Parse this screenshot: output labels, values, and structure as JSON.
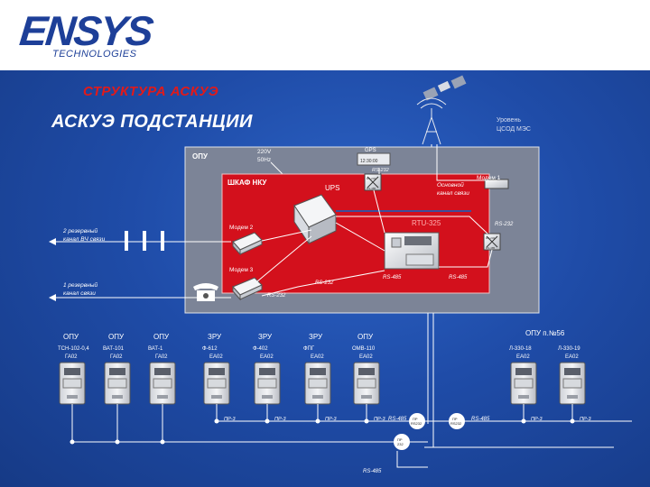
{
  "logo": {
    "main": "ENSYS",
    "sub": "TECHNOLOGIES"
  },
  "titles": {
    "structure": "СТРУКТУРА АСКУЭ",
    "substation": "АСКУЭ ПОДСТАНЦИИ"
  },
  "zones": {
    "opu": "ОПУ",
    "cabinet": "ШКАФ НКУ"
  },
  "power": {
    "line1": "220V",
    "line2": "50Hz"
  },
  "gps": {
    "label": "GPS",
    "display": "12:30:00"
  },
  "rs232": "RS-232",
  "rs485": "RS-485",
  "ups": "UPS",
  "rtu": "RTU-325",
  "modem1": "Модем 1",
  "modem2": "Модем 2",
  "modem3": "Модем 3",
  "main_channel": {
    "line1": "Основной",
    "line2": "канал связи"
  },
  "hf_channel": {
    "line1": "2 резервный",
    "line2": "канал ВЧ связи"
  },
  "tel_channel": {
    "line1": "1 резервный",
    "line2": "канал связи"
  },
  "level": {
    "line1": "Уровень",
    "line2": "ЦСОД МЭС"
  },
  "converter": {
    "l1": "RS-232",
    "l2": "RS-485"
  },
  "meters": [
    {
      "group": "ОПУ",
      "line1": "ТСН-102-0,4",
      "line2": "ГА02"
    },
    {
      "group": "ОПУ",
      "line1": "ВАТ-101",
      "line2": "ГА02"
    },
    {
      "group": "ОПУ",
      "line1": "ВАТ-1",
      "line2": "ГА02"
    },
    {
      "group": "ЗРУ",
      "line1": "Ф-612",
      "line2": "ЕА02"
    },
    {
      "group": "ЗРУ",
      "line1": "Ф-402",
      "line2": "ЕА02"
    },
    {
      "group": "ЗРУ",
      "line1": "ФПГ",
      "line2": "ЕА02"
    },
    {
      "group": "ОПУ",
      "line1": "ОМВ-110",
      "line2": "ЕА02"
    },
    {
      "group": "",
      "line1": "Л-330-18",
      "line2": "ЕА02"
    },
    {
      "group": "",
      "line1": "Л-330-19",
      "line2": "ЕА02"
    }
  ],
  "opu56": "ОПУ п.№56",
  "pr": "ПР-3",
  "hubs": [
    {
      "l1": "ПР",
      "l2": "RS232"
    },
    {
      "l1": "ПР",
      "l2": "RS232"
    },
    {
      "l1": "ПР",
      "l2": "232"
    }
  ]
}
